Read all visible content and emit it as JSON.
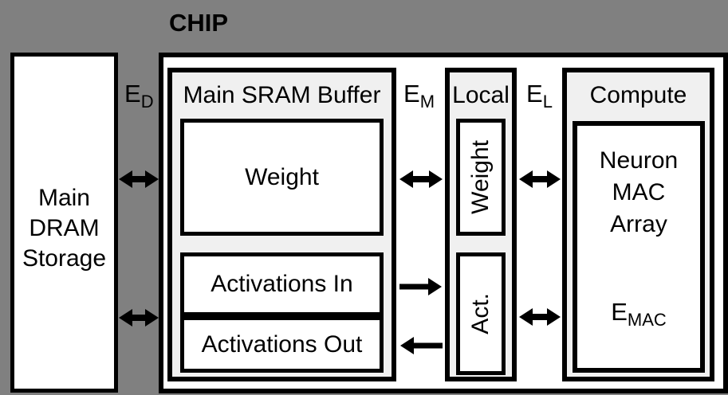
{
  "title": "CHIP",
  "colors": {
    "background": "#808080",
    "container_fill": "#f0f0f0",
    "box_fill": "#ffffff",
    "line": "#000000"
  },
  "dram": {
    "label": "Main DRAM Storage",
    "lines": [
      "Main",
      "DRAM",
      "Storage"
    ]
  },
  "energy_labels": {
    "dram": {
      "base": "E",
      "sub": "D"
    },
    "sram": {
      "base": "E",
      "sub": "M"
    },
    "local": {
      "base": "E",
      "sub": "L"
    },
    "mac": {
      "base": "E",
      "sub": "MAC"
    }
  },
  "sram": {
    "title": "Main SRAM Buffer",
    "weight_label": "Weight",
    "act_in_label": "Activations In",
    "act_out_label": "Activations Out"
  },
  "local": {
    "title": "Local",
    "weight_label": "Weight",
    "act_label": "Act."
  },
  "compute": {
    "title": "Compute",
    "box_lines": [
      "Neuron",
      "MAC",
      "Array"
    ]
  },
  "arrows": [
    {
      "name": "dram-sram-weight",
      "direction": "both"
    },
    {
      "name": "dram-sram-activations",
      "direction": "both"
    },
    {
      "name": "sram-local-weight",
      "direction": "both"
    },
    {
      "name": "sram-local-activations-in",
      "direction": "right"
    },
    {
      "name": "local-sram-activations-out",
      "direction": "left"
    },
    {
      "name": "local-compute-weight",
      "direction": "both"
    },
    {
      "name": "local-compute-activations",
      "direction": "both"
    }
  ]
}
